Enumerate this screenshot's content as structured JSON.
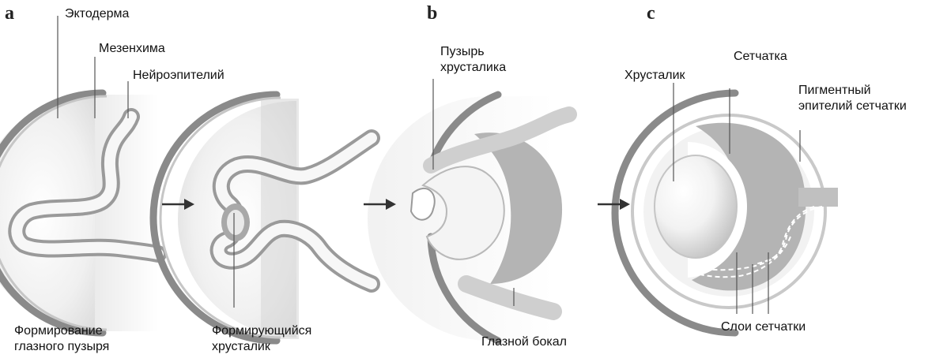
{
  "panels": {
    "a": "a",
    "b": "b",
    "c": "c"
  },
  "labels": {
    "ectoderm": "Эктодерма",
    "mesenchyme": "Мезенхима",
    "neuroepithelium": "Нейроэпителий",
    "vesicle_formation_1": "Формирование",
    "vesicle_formation_2": "глазного пузыря",
    "forming_lens_1": "Формирующийся",
    "forming_lens_2": "хрусталик",
    "lens_vesicle_1": "Пузырь",
    "lens_vesicle_2": "хрусталика",
    "optic_cup": "Глазной бокал",
    "lens": "Хрусталик",
    "retina": "Сетчатка",
    "rpe_1": "Пигментный",
    "rpe_2": "эпителий сетчатки",
    "retina_layers": "Слои сетчатки"
  },
  "colors": {
    "ectoderm_edge": "#8a8a8a",
    "mesenchyme_fill": "#e8e8e8",
    "tissue_fill": "#b4b4b4",
    "tissue_light": "#f5f5f5",
    "line": "#333333"
  }
}
